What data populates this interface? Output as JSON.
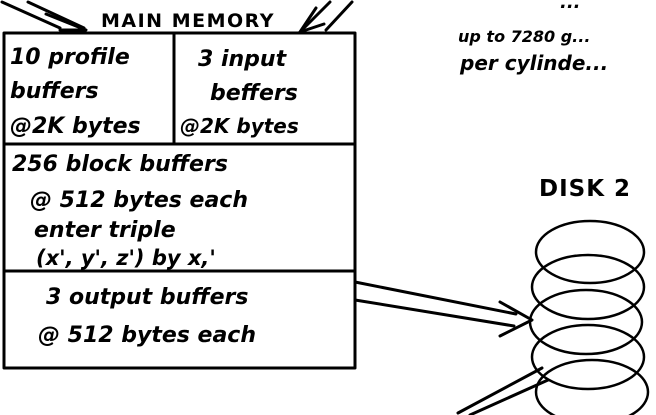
{
  "memory": {
    "title": "MAIN MEMORY",
    "profile_buffers": [
      "10 profile",
      "buffers",
      "@2K bytes"
    ],
    "input_buffers": [
      "3 input",
      "beffers",
      "@2K bytes"
    ],
    "block_buffers": [
      "256 block buffers",
      "@ 512 bytes each",
      "enter triple",
      "(x', y', z') by x,'"
    ],
    "output_buffers": [
      "3 output buffers",
      "@ 512 bytes each"
    ]
  },
  "note": {
    "lines": [
      "...",
      "up to 7280 g...",
      "per cylinde..."
    ]
  },
  "disk": {
    "label": "DISK 2"
  }
}
